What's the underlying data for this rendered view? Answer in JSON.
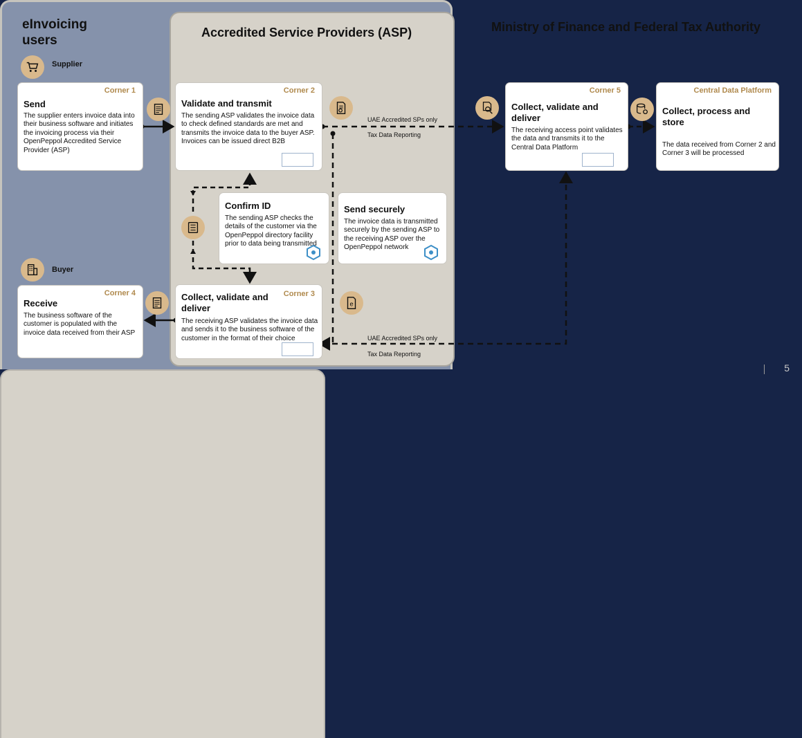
{
  "panels": {
    "users_title": "eInvoicing users",
    "asp_title": "Accredited Service Providers (ASP)",
    "mof_title": "Ministry of Finance and Federal Tax Authority"
  },
  "roles": {
    "supplier": "Supplier",
    "buyer": "Buyer"
  },
  "cards": {
    "send": {
      "corner": "Corner 1",
      "title": "Send",
      "body": "The supplier enters invoice data into their business software and initiates the invoicing process via their OpenPeppol Accredited Service Provider (ASP)"
    },
    "validate": {
      "corner": "Corner 2",
      "title": "Validate and transmit",
      "body": "The sending ASP validates the invoice data to check defined standards are met and transmits the invoice data to the buyer ASP. Invoices can be issued direct B2B"
    },
    "confirm": {
      "title": "Confirm ID",
      "body": "The sending ASP checks the details of the customer via the OpenPeppol directory facility prior to data being transmitted"
    },
    "securely": {
      "title": "Send securely",
      "body": "The invoice data is transmitted securely by the sending ASP to the receiving ASP over the OpenPeppol network"
    },
    "collect3": {
      "corner": "Corner 3",
      "title": "Collect, validate and deliver",
      "body": "The receiving ASP validates the invoice data and sends it to the business software of the customer in the format of their choice"
    },
    "receive": {
      "corner": "Corner 4",
      "title": "Receive",
      "body": "The business software of the customer is populated with the invoice data received from their ASP"
    },
    "collect5": {
      "corner": "Corner 5",
      "title": "Collect, validate and deliver",
      "body": "The receiving access point validates the data and transmits it to the Central Data Platform"
    },
    "cdp": {
      "corner": "Central Data Platform",
      "title": "Collect, process and store",
      "body": "The data received from Corner 2 and Corner 3 will be processed"
    }
  },
  "edges": {
    "top_upper": "UAE Accredited SPs only",
    "top_lower": "Tax Data Reporting",
    "bottom_upper": "UAE Accredited SPs only",
    "bottom_lower": "Tax Data Reporting"
  },
  "icons": [
    "cart-icon",
    "building-icon",
    "invoice-doc-icon",
    "document-check-icon",
    "directory-list-icon",
    "einvoice-file-icon",
    "magnifier-doc-icon",
    "database-gear-icon"
  ],
  "colors": {
    "gold": "#b08a4e",
    "icon_circle": "#d9b98c",
    "navy": "#162447"
  },
  "page_number": "5"
}
